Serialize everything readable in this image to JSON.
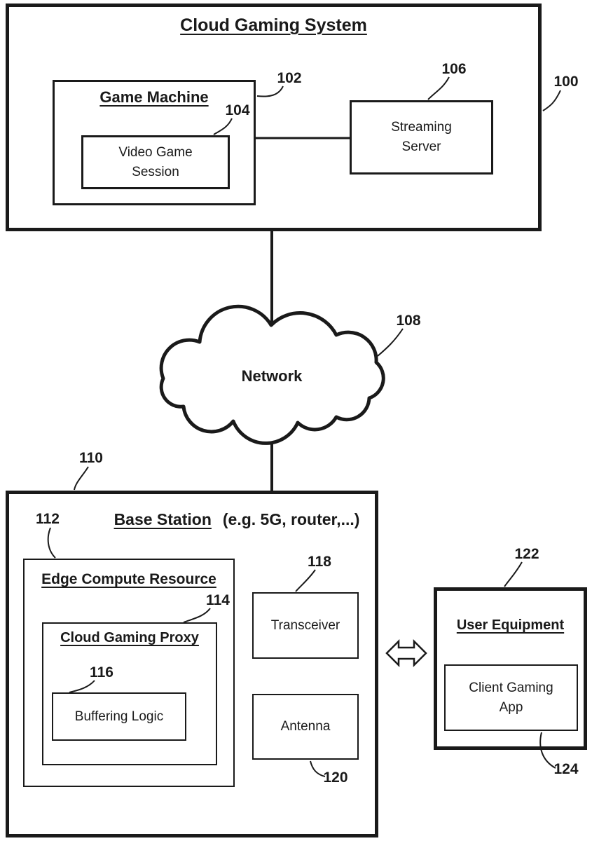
{
  "diagram": {
    "system": {
      "label": "Cloud Gaming System",
      "ref": "100"
    },
    "game_machine": {
      "label": "Game Machine",
      "ref": "102"
    },
    "video_game_session": {
      "label": "Video Game Session",
      "ref": "104"
    },
    "streaming_server": {
      "label": "Streaming Server",
      "ref": "106"
    },
    "network": {
      "label": "Network",
      "ref": "108"
    },
    "base_station": {
      "label": "Base Station",
      "qualifier": "(e.g. 5G, router,...)",
      "ref": "110"
    },
    "edge_compute_resource": {
      "label": "Edge Compute Resource",
      "ref": "112"
    },
    "cloud_gaming_proxy": {
      "label": "Cloud Gaming Proxy",
      "ref": "114"
    },
    "buffering_logic": {
      "label": "Buffering Logic",
      "ref": "116"
    },
    "transceiver": {
      "label": "Transceiver",
      "ref": "118"
    },
    "antenna": {
      "label": "Antenna",
      "ref": "120"
    },
    "user_equipment": {
      "label": "User Equipment",
      "ref": "122"
    },
    "client_gaming_app": {
      "label": "Client Gaming App",
      "ref": "124"
    }
  },
  "colors": {
    "line": "#1a1a1a",
    "background": "#ffffff",
    "text": "#1a1a1a"
  }
}
